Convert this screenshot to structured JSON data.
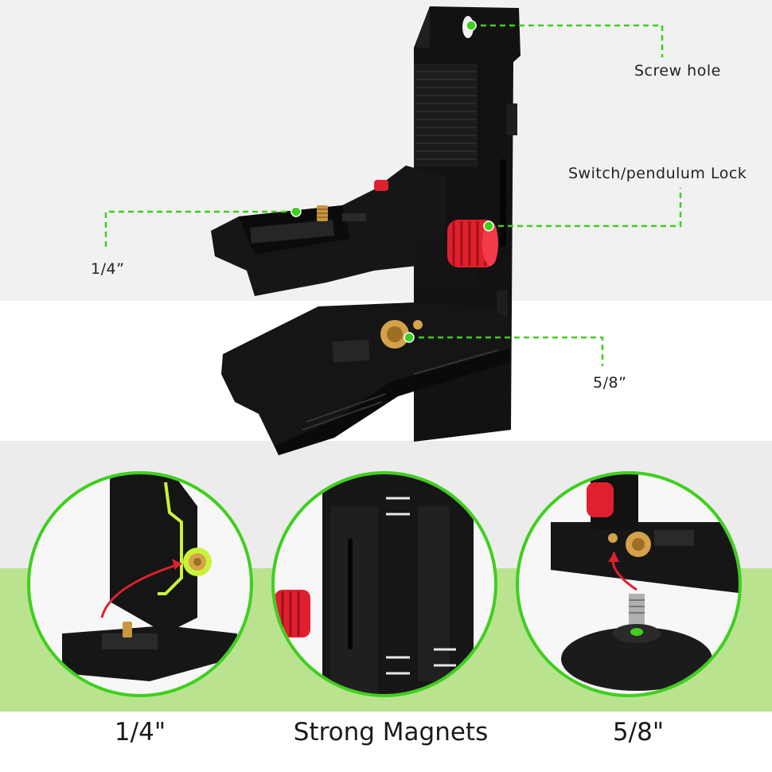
{
  "callouts": {
    "screw_hole": "Screw hole",
    "pendulum_lock": "Switch/pendulum Lock",
    "quarter_inch": "1/4”",
    "five_eighths": "5/8”"
  },
  "captions": {
    "left": "1/4\"",
    "middle": "Strong Magnets",
    "right": "5/8\""
  },
  "colors": {
    "accent_green": "#3fcf1e",
    "band_green": "#b9e38f",
    "knob_red": "#e0202e",
    "brass": "#d4a24a"
  },
  "icons": {
    "knob": "red-knurled-knob-icon",
    "thread": "brass-thread-icon"
  }
}
